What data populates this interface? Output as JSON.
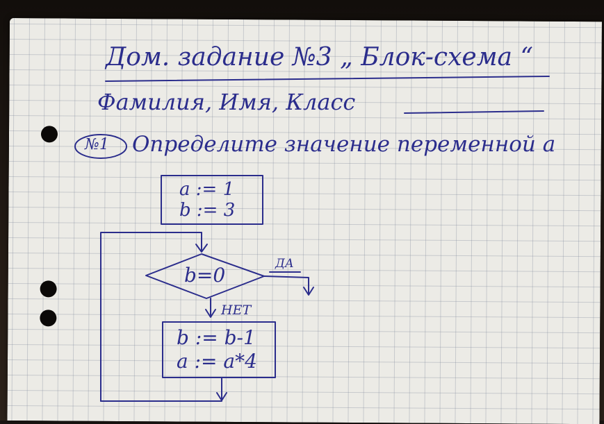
{
  "colors": {
    "ink": "#2b2d8c",
    "paper": "#ecebe6",
    "grid": "#8c96aa"
  },
  "header": {
    "title": "Дом. задание №3 „ Блок-схема “",
    "student_line": "Фамилия, Имя, Класс"
  },
  "task": {
    "number": "№1",
    "prompt": "Определите значение переменной a"
  },
  "flowchart": {
    "init_block": [
      "a := 1",
      "b := 3"
    ],
    "condition": "b=0",
    "yes_label": "ДА",
    "no_label": "НЕТ",
    "loop_block": [
      "b := b-1",
      "a := a*4"
    ]
  }
}
